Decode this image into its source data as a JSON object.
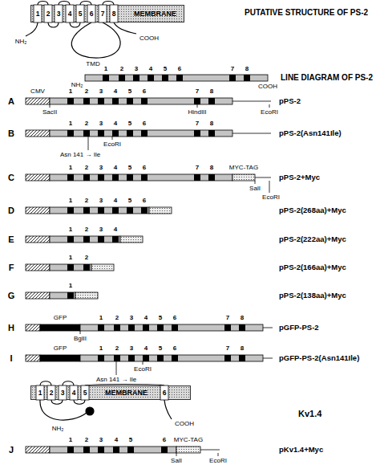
{
  "diagram": {
    "nodes": [
      {
        "text": [
          "MEMBRANE"
        ]
      },
      {
        "text": [
          "MEMBRANE"
        ]
      }
    ],
    "labels": [
      "PUTATIVE STRUCTURE OF PS-2",
      "1",
      "2",
      "3",
      "4",
      "5",
      "6",
      "7",
      "8",
      "NH₂",
      "COOH",
      "TMD",
      "NH₂",
      "COOH",
      "LINE DIAGRAM OF PS-2",
      "1",
      "2",
      "3",
      "4",
      "5",
      "6",
      "7",
      "8",
      "A",
      "CMV",
      "SacII",
      "HindIII",
      "EcoRI",
      "pPS-2",
      "1",
      "2",
      "3",
      "4",
      "5",
      "6",
      "7",
      "8",
      "B",
      "EcoRI",
      "Asn 141 → Ile",
      "pPS-2(Asn141Ile)",
      "1",
      "2",
      "3",
      "4",
      "5",
      "6",
      "7",
      "8",
      "C",
      "MYC-TAG",
      "SalI",
      "EcoRI",
      "pPS-2+Myc",
      "1",
      "2",
      "3",
      "4",
      "5",
      "6",
      "7",
      "8",
      "D",
      "pPS-2(268aa)+Myc",
      "1",
      "2",
      "3",
      "4",
      "5",
      "6",
      "E",
      "pPS-2(222aa)+Myc",
      "1",
      "2",
      "3",
      "4",
      "F",
      "pPS-2(166aa)+Myc",
      "1",
      "2",
      "G",
      "pPS-2(138aa)+Myc",
      "1",
      "H",
      "GFP",
      "BglII",
      "pGFP-PS-2",
      "1",
      "2",
      "3",
      "4",
      "5",
      "6",
      "7",
      "8",
      "I",
      "GFP",
      "EcoRI",
      "Asn 141 → Ile",
      "pGFP-PS-2(Asn141Ile)",
      "1",
      "2",
      "3",
      "4",
      "5",
      "6",
      "7",
      "8",
      "1",
      "2",
      "3",
      "4",
      "5",
      "6",
      "NH₂",
      "COOH",
      "Kv1.4",
      "J",
      "MYC-TAG",
      "SalI",
      "EcoRI",
      "pKv1.4+Myc",
      "1",
      "2",
      "3",
      "4",
      "5",
      "6"
    ]
  }
}
